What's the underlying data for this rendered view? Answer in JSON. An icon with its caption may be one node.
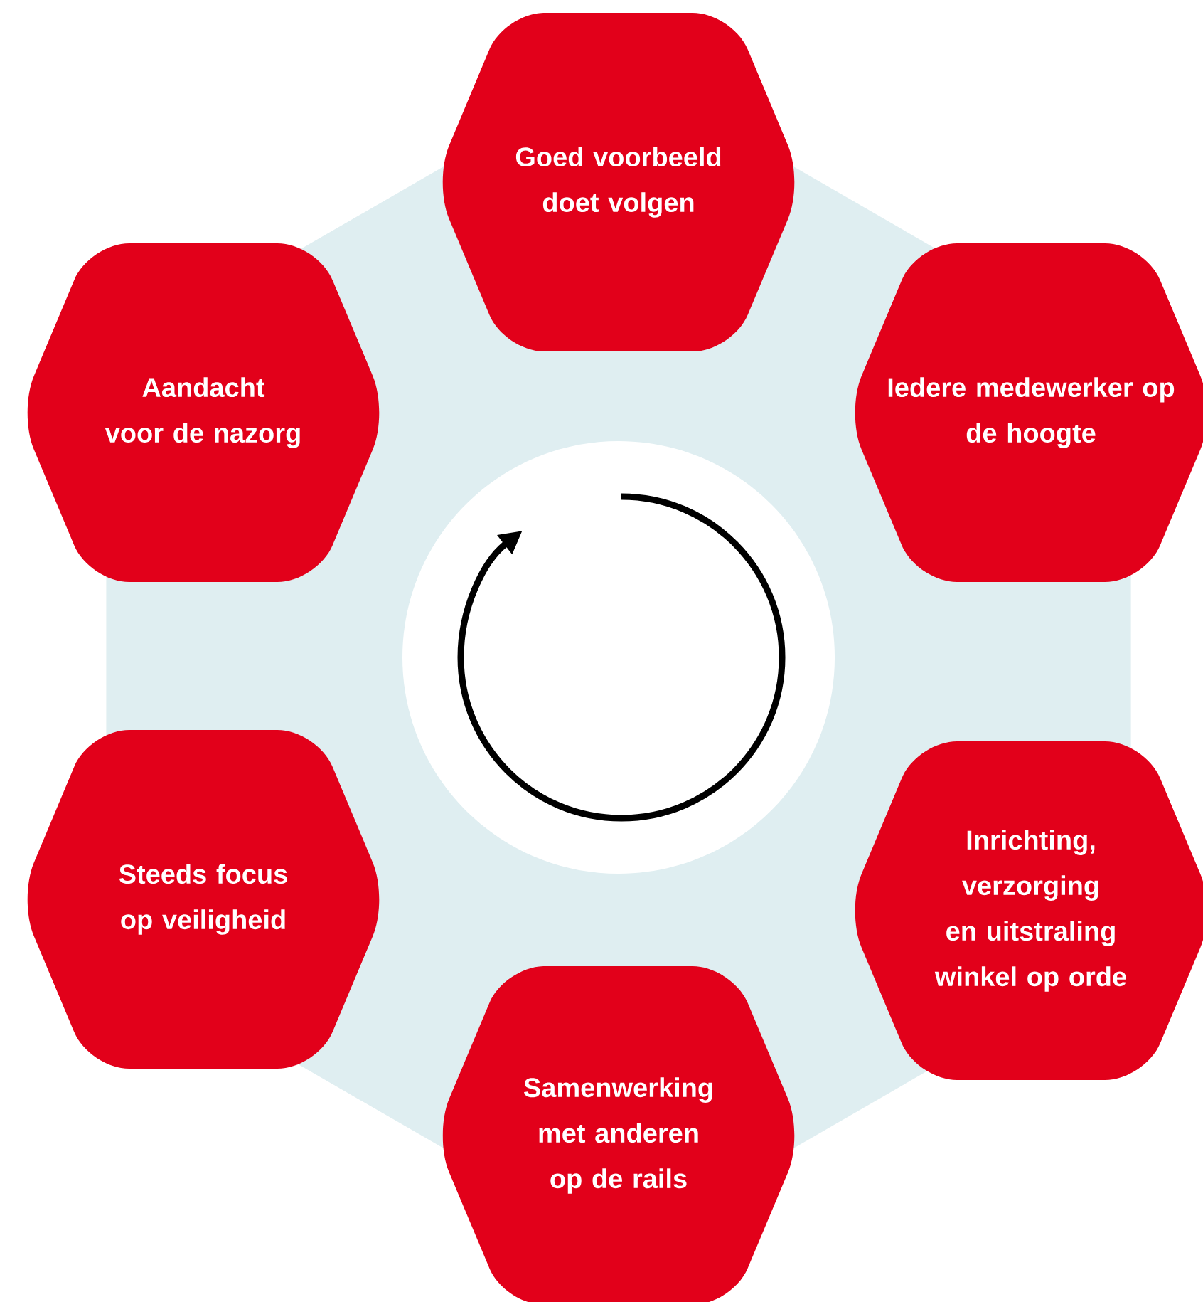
{
  "diagram": {
    "nodes": [
      {
        "text": [
          "Goed voorbeeld doet volgen"
        ]
      },
      {
        "text": [
          "Iedere medewerker op de hoogte"
        ]
      },
      {
        "text": [
          "Inrichting, verzorging en uitstraling winkel op orde"
        ]
      },
      {
        "text": [
          "Samenwerking met anderen op de rails"
        ]
      },
      {
        "text": [
          "Steeds focus op veiligheid"
        ]
      },
      {
        "text": [
          "Aandacht voor de nazorg"
        ]
      }
    ]
  }
}
